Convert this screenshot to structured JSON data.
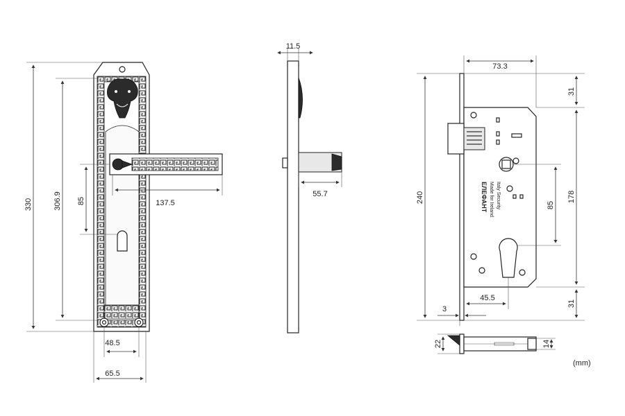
{
  "units": "(mm)",
  "handle_front": {
    "height_total": "330",
    "height_inner": "306.9",
    "handle_to_cylinder": "85",
    "lever_length": "137.5",
    "screw_spacing": "48.5",
    "plate_width": "65.5"
  },
  "handle_side": {
    "thickness": "11.5",
    "lever_projection": "55.7"
  },
  "lock_body": {
    "backset_top": "73.3",
    "faceplate_height": "240",
    "case_height": "178",
    "handle_to_cylinder": "85",
    "backset": "45.5",
    "faceplate_thickness": "3",
    "top_offset": "31",
    "bottom_offset": "31",
    "bolt_height_left": "22",
    "bolt_height_right": "14",
    "label_line1": "ЕЛЕФАНТ",
    "label_line2": "Made for Ireland",
    "label_line3": "Italy Security"
  }
}
